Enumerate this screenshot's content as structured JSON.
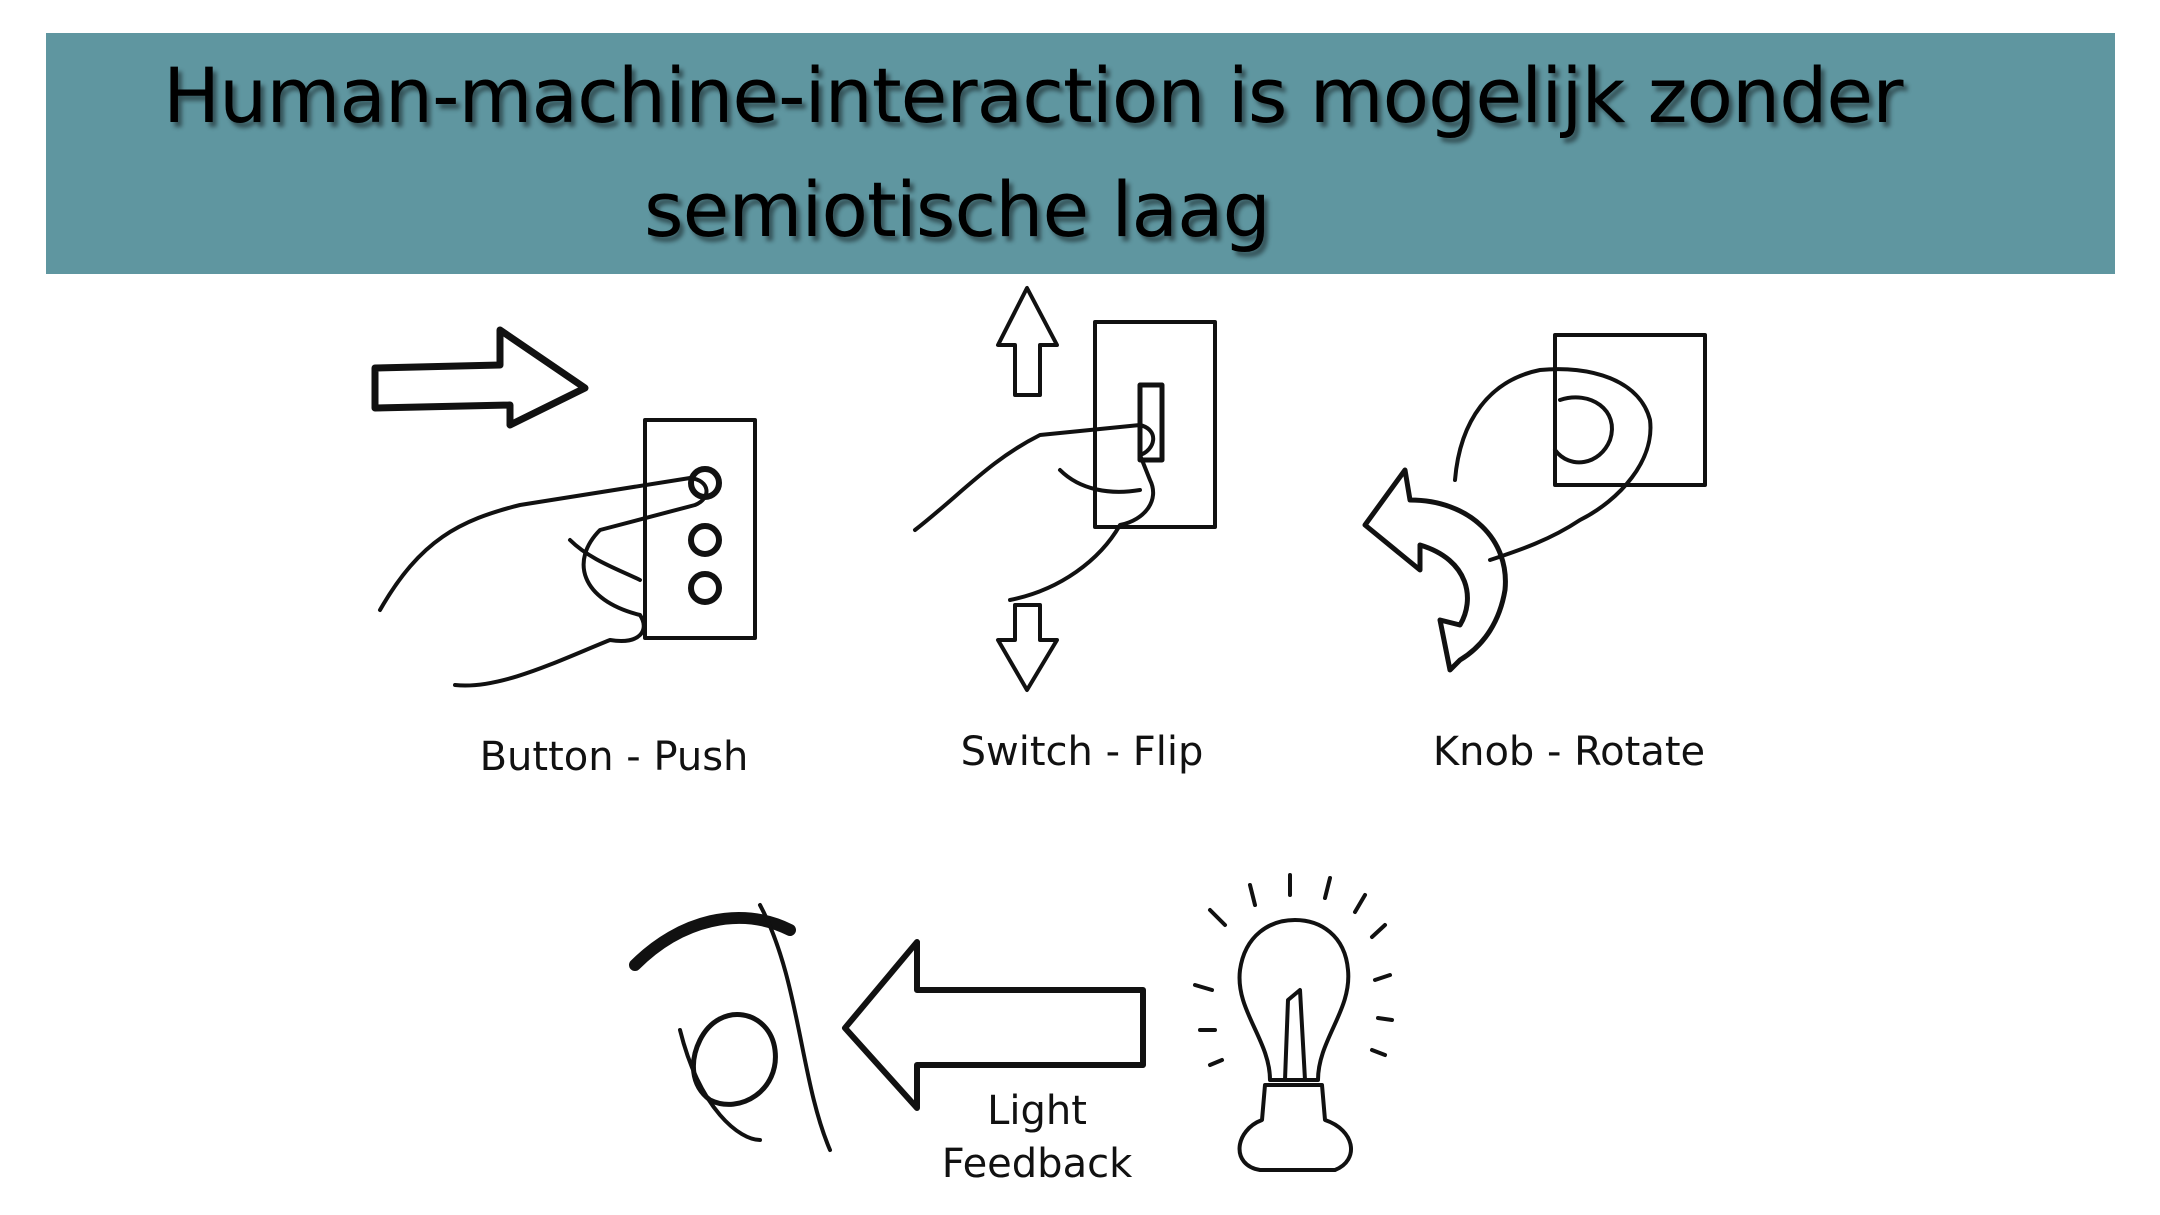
{
  "slide": {
    "title_line1": "Human-machine-interaction  is mogelijk zonder",
    "title_line2": "semiotische laag",
    "banner_color": "#5f96a0"
  },
  "illustrations": {
    "button_label": "Button - Push",
    "switch_label": "Switch - Flip",
    "knob_label": "Knob - Rotate",
    "feedback_line1": "Light",
    "feedback_line2": "Feedback"
  }
}
